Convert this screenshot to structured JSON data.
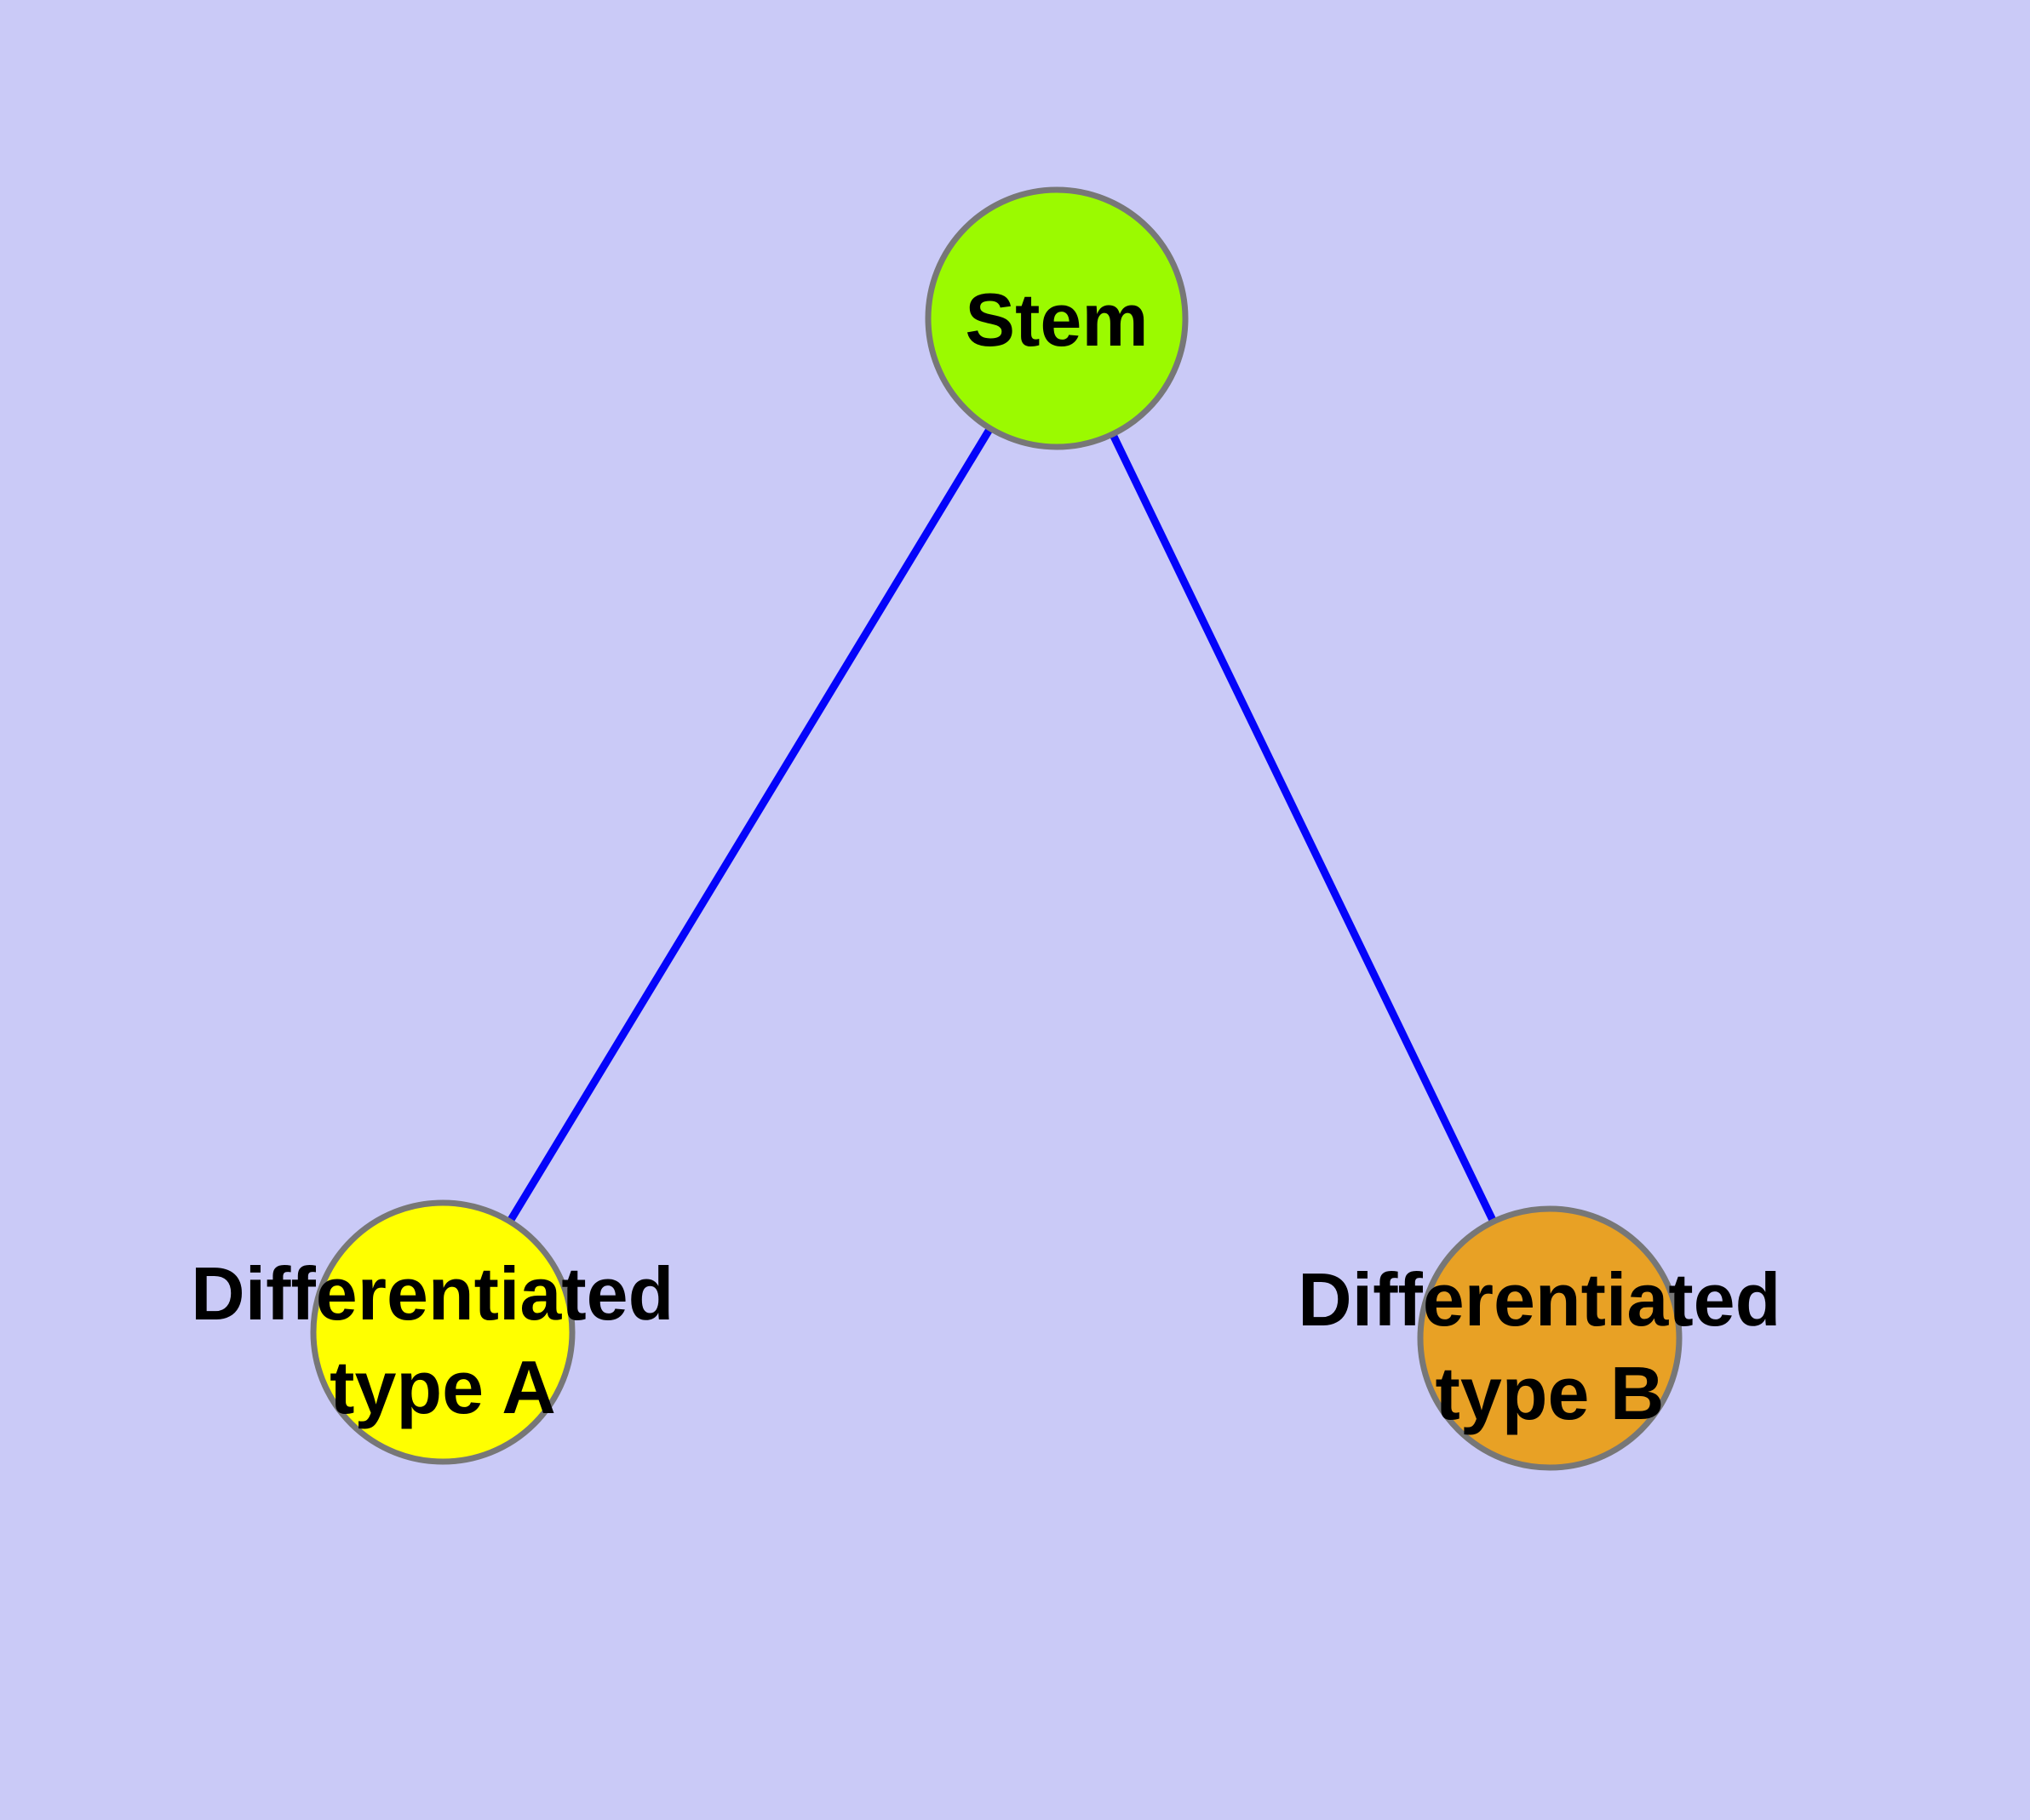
{
  "canvas": {
    "background_color": "#cacaf7",
    "node_border_color": "#777777",
    "edge_color": "#0404fa",
    "label_color": "#000000"
  },
  "diagram": {
    "type": "node-link-graph",
    "description": "Stem cell differentiation tree: one stem node with two differentiated child nodes",
    "nodes": [
      {
        "id": "stem",
        "label": "Stem",
        "fill": "#9bfa00",
        "shape": "circle"
      },
      {
        "id": "differentiated-type-a",
        "label_lines": [
          "Differentiated",
          "type A"
        ],
        "fill": "#ffff00",
        "shape": "circle"
      },
      {
        "id": "differentiated-type-b",
        "label_lines": [
          "Differentiated",
          "type B"
        ],
        "fill": "#e8a125",
        "shape": "circle"
      }
    ],
    "edges": [
      {
        "from": "stem",
        "to": "differentiated-type-a"
      },
      {
        "from": "stem",
        "to": "differentiated-type-b"
      }
    ]
  }
}
